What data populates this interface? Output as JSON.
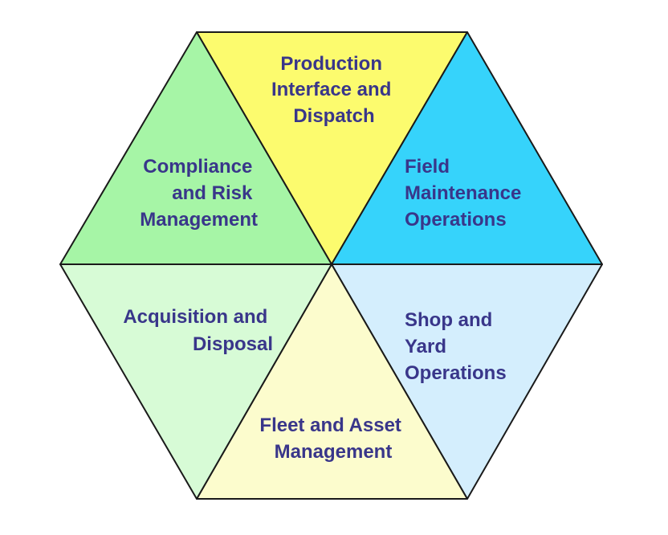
{
  "diagram": {
    "label_color": "#39368a",
    "outline_color": "#1a1a1a",
    "segments": [
      {
        "id": "production",
        "fill": "#fcfb6e",
        "lines": [
          "Production",
          "Interface and",
          "Dispatch"
        ]
      },
      {
        "id": "field-maintenance",
        "fill": "#36d3fb",
        "lines": [
          "Field",
          "Maintenance",
          "Operations"
        ]
      },
      {
        "id": "shop-yard",
        "fill": "#d4eefd",
        "lines": [
          "Shop and",
          "Yard",
          "Operations"
        ]
      },
      {
        "id": "fleet-asset",
        "fill": "#fcfccd",
        "lines": [
          "Fleet and Asset",
          "Management"
        ]
      },
      {
        "id": "acquisition",
        "fill": "#d7fbd6",
        "lines": [
          "Acquisition and",
          "Disposal"
        ]
      },
      {
        "id": "compliance",
        "fill": "#a6f5a6",
        "lines": [
          "Compliance",
          "and Risk",
          "Management"
        ]
      }
    ]
  }
}
